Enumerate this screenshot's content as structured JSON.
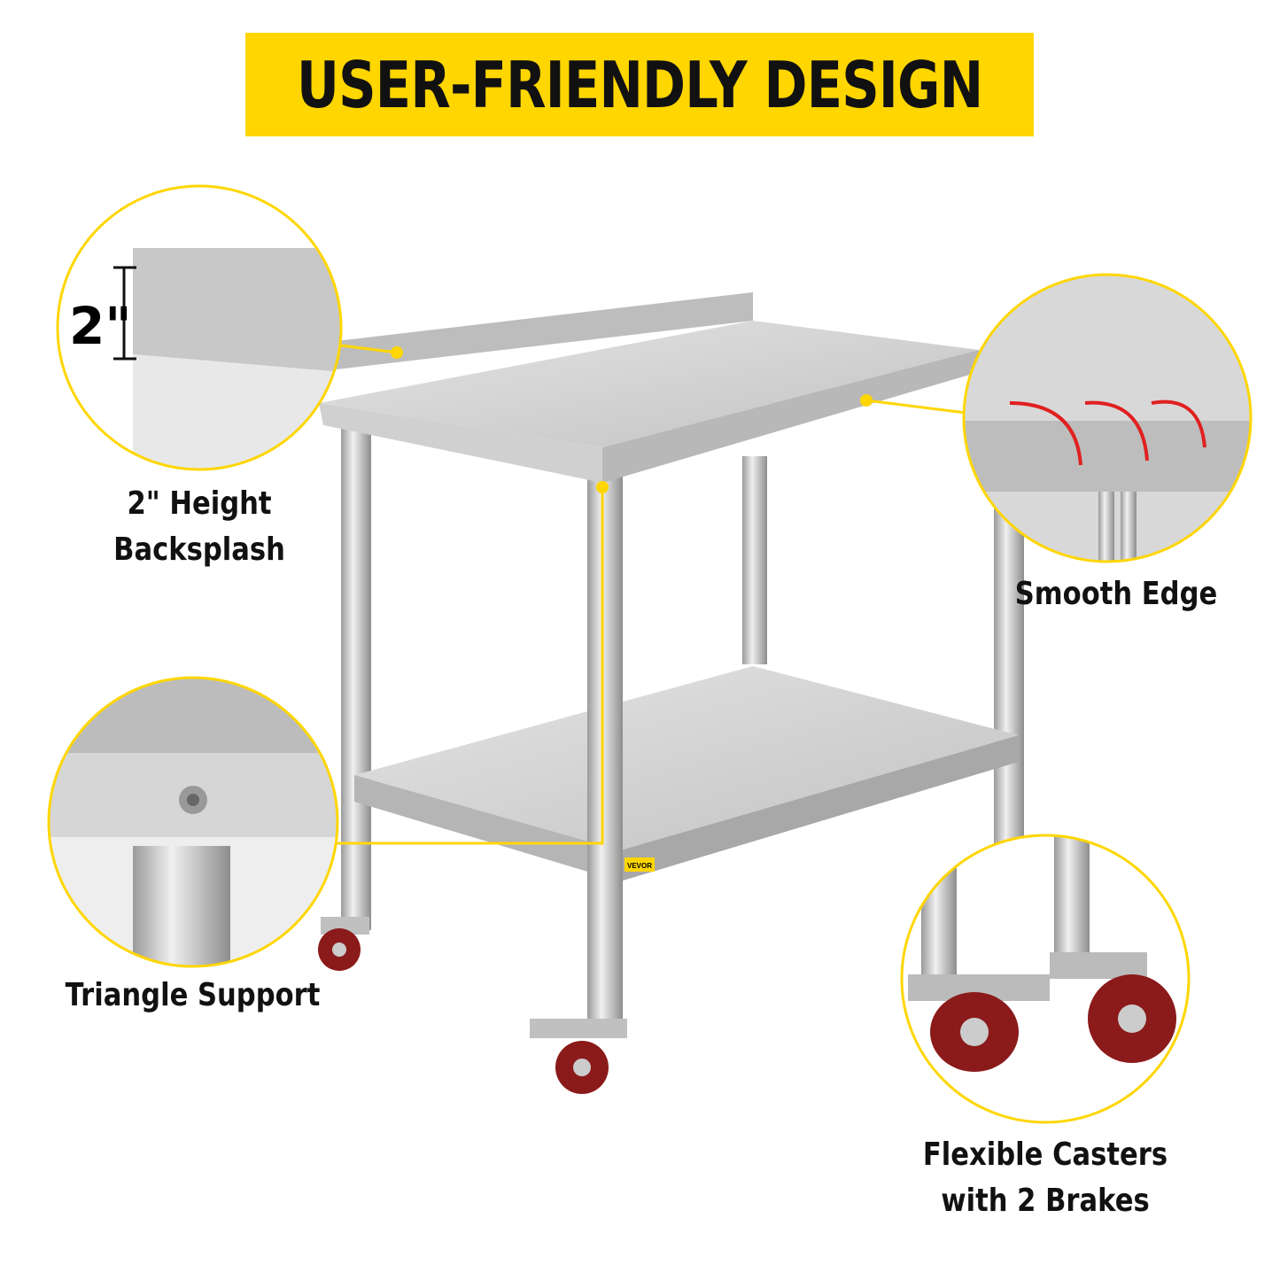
{
  "banner": {
    "title": "USER-FRIENDLY DESIGN",
    "color": "#ffd600"
  },
  "callouts": [
    {
      "label_line1": "2\" Height",
      "label_line2": "Backsplash",
      "measure": "2\""
    },
    {
      "label_line1": "Smooth Edge"
    },
    {
      "label_line1": "Triangle Support"
    },
    {
      "label_line1": "Flexible Casters",
      "label_line2": "with 2 Brakes"
    }
  ],
  "product": {
    "brand_label": "VEVOR"
  },
  "colors": {
    "accent": "#ffd600",
    "steel": "#c9c9c9",
    "wheel": "#8b1a1a"
  }
}
